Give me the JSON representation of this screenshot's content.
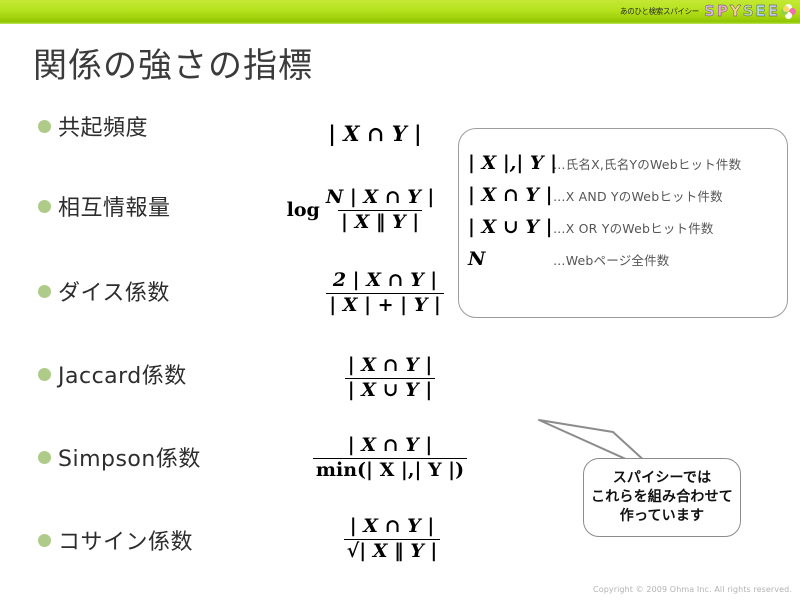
{
  "header": {
    "tagline": "あのひと検索スパイシー",
    "logo_letters": [
      "S",
      "P",
      "Y",
      "S",
      "E",
      "E"
    ],
    "logo_name": "SPYSEE",
    "flower_icon": "flower-icon",
    "bar_color_top": "#c3e834",
    "bar_color_bottom": "#8fc400"
  },
  "title": "関係の強さの指標",
  "bullets": [
    {
      "label": "共起頻度"
    },
    {
      "label": "相互情報量"
    },
    {
      "label": "ダイス係数"
    },
    {
      "label": "Jaccard係数"
    },
    {
      "label": "Simpson係数"
    },
    {
      "label": "コサイン係数"
    }
  ],
  "bullet_color": "#aecb89",
  "formulas": [
    {
      "name": "co-occurrence-formula",
      "plain": "|X∩Y|"
    },
    {
      "name": "mutual-information-formula",
      "plain": "log N|X∩Y| / |X||Y|"
    },
    {
      "name": "dice-formula",
      "plain": "2|X∩Y| / (|X|+|Y|)"
    },
    {
      "name": "jaccard-formula",
      "plain": "|X∩Y| / |X∪Y|"
    },
    {
      "name": "simpson-formula",
      "plain": "|X∩Y| / min(|X|,|Y|)"
    },
    {
      "name": "cosine-formula",
      "plain": "|X∩Y| / √(|X||Y|)"
    }
  ],
  "formula_parts": {
    "intersection": "| X ∩ Y |",
    "union": "| X ∪ Y |",
    "log": "log",
    "mi_num": "N | X ∩ Y |",
    "mi_den": "| X ‖ Y |",
    "dice_num": "2 | X ∩ Y |",
    "dice_den": "| X | + | Y |",
    "simpson_den": "min(| X |,| Y |)",
    "cosine_den": "√| X ‖ Y |"
  },
  "legend": {
    "rows": [
      {
        "symbol": "| X |,| Y |",
        "desc": "…氏名X,氏名YのWebヒット件数"
      },
      {
        "symbol": "| X ∩ Y |",
        "desc": "…X AND YのWebヒット件数"
      },
      {
        "symbol": "| X ∪ Y |",
        "desc": "…X OR YのWebヒット件数"
      },
      {
        "symbol": "N",
        "desc": "…Webページ全件数"
      }
    ]
  },
  "callout": {
    "line1": "スパイシーでは",
    "line2": "これらを組み合わせて",
    "line3": "作っています"
  },
  "footer": "Copyright © 2009 Ohma Inc. All rights reserved."
}
